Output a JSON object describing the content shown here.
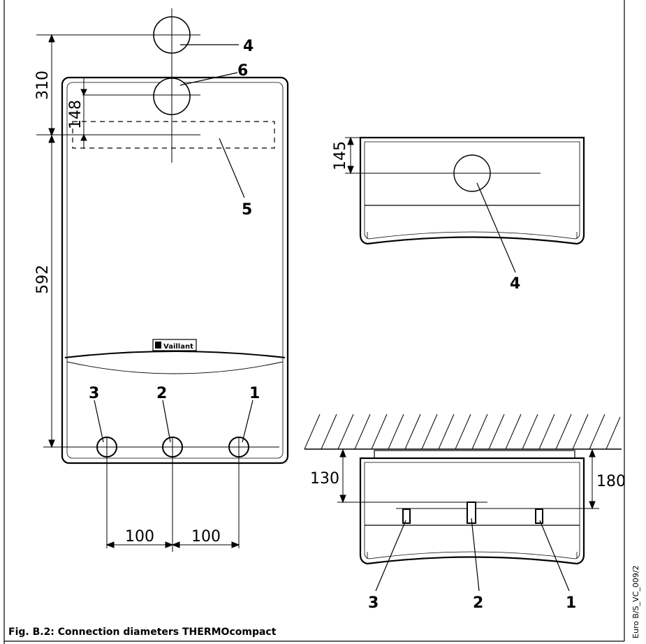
{
  "figure": {
    "caption": "Fig. B.2: Connection diameters THERMOcompact",
    "code": "Euro B/S_VC_009/2",
    "brand_logo_text": "Vaillant"
  },
  "front_view": {
    "dimensions": {
      "d310": "310",
      "d148": "148",
      "d592": "592",
      "d100_left": "100",
      "d100_right": "100"
    },
    "callouts": {
      "c4": "4",
      "c6": "6",
      "c5": "5",
      "c3": "3",
      "c2": "2",
      "c1": "1"
    }
  },
  "top_view": {
    "dimensions": {
      "d145": "145"
    },
    "callouts": {
      "c4": "4"
    }
  },
  "bottom_view": {
    "dimensions": {
      "d130": "130",
      "d180": "180"
    },
    "callouts": {
      "c3": "3",
      "c2": "2",
      "c1": "1"
    }
  }
}
